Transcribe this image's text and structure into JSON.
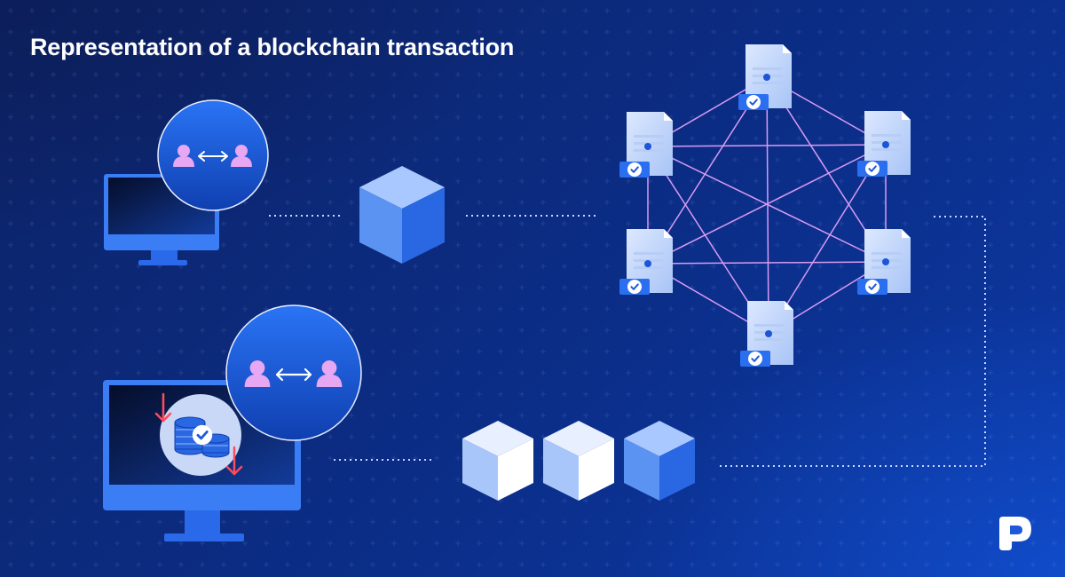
{
  "title": "Representation of a blockchain transaction",
  "icons": {
    "user_exchange": "two-users-exchange-icon",
    "monitor": "monitor-icon",
    "block": "cube-icon",
    "node": "document-node-icon",
    "coins": "coin-stack-icon",
    "check": "checkmark-icon",
    "brand": "pepperstone-logo"
  },
  "colors": {
    "background": "#0b2d86",
    "cube_light": "#9cc1ff",
    "cube_dark": "#1f5fe0",
    "network_line": "#d59bf0",
    "connector": "#c9d6ff",
    "user": "#e6a8f0",
    "arrow_red": "#ff4b5c"
  },
  "stages": [
    {
      "id": "transaction-request",
      "label": ""
    },
    {
      "id": "block-created",
      "label": ""
    },
    {
      "id": "network-validation",
      "label": ""
    },
    {
      "id": "block-added-to-chain",
      "label": ""
    },
    {
      "id": "transaction-complete",
      "label": ""
    }
  ],
  "network": {
    "nodes": 6,
    "edges": "fully-connected"
  },
  "chain": {
    "blocks": 3
  }
}
